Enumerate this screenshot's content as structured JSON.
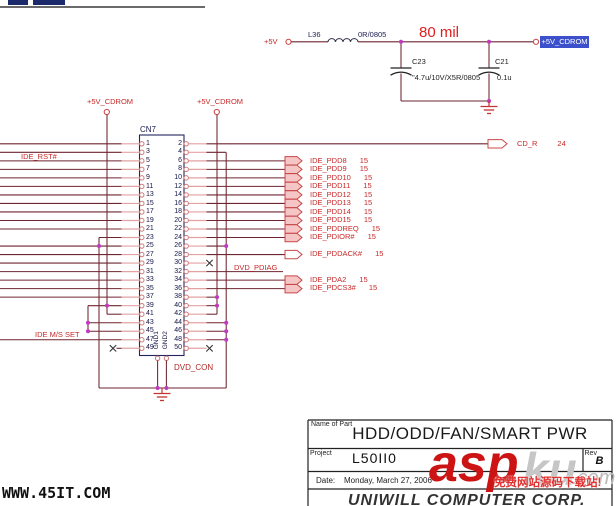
{
  "footer_url": "WWW.45IT.COM",
  "watermark": {
    "asp": "asp",
    "ku": "ku",
    "com": ".com",
    "cn": "免费网站源码下载站!"
  },
  "power": {
    "v5": "+5V",
    "l_ref": "L36",
    "l_val": "0R/0805",
    "note": "80 mil",
    "c1_ref": "C23",
    "c1_val": "\"4.7u/10V/X5R/0805",
    "c2_ref": "C21",
    "c2_val": "0.1u",
    "net": "+5V_CDROM"
  },
  "left": {
    "v5cdrom": "+5V_CDROM",
    "rst": "IDE_RST#",
    "msset": "IDE M/S SET"
  },
  "right_top": {
    "v5cdrom": "+5V_CDROM"
  },
  "connector": {
    "ref": "CN7",
    "name": "DVD_CON",
    "gnd1": "GND1",
    "gnd2": "GND2",
    "left_pins": [
      1,
      3,
      5,
      7,
      9,
      11,
      13,
      15,
      17,
      19,
      21,
      23,
      25,
      27,
      29,
      31,
      33,
      35,
      37,
      39,
      41,
      43,
      45,
      47,
      49
    ],
    "right_pins": [
      2,
      4,
      6,
      8,
      10,
      12,
      14,
      16,
      18,
      20,
      22,
      24,
      26,
      28,
      30,
      32,
      34,
      36,
      38,
      40,
      42,
      44,
      46,
      48,
      50
    ]
  },
  "cdr": {
    "label": "CD_R",
    "page": "24"
  },
  "dvd_pdiag": "DVD_PDIAG",
  "signals": [
    {
      "label": "IDE_PDD8",
      "page": "15",
      "row": 2,
      "filled": true
    },
    {
      "label": "IDE_PDD9",
      "page": "15",
      "row": 3,
      "filled": true
    },
    {
      "label": "IDE_PDD10",
      "page": "15",
      "row": 4,
      "filled": true
    },
    {
      "label": "IDE_PDD11",
      "page": "15",
      "row": 5,
      "filled": true
    },
    {
      "label": "IDE_PDD12",
      "page": "15",
      "row": 6,
      "filled": true
    },
    {
      "label": "IDE_PDD13",
      "page": "15",
      "row": 7,
      "filled": true
    },
    {
      "label": "IDE_PDD14",
      "page": "15",
      "row": 8,
      "filled": true
    },
    {
      "label": "IDE_PDD15",
      "page": "15",
      "row": 9,
      "filled": true
    },
    {
      "label": "IDE_PDDREQ",
      "page": "15",
      "row": 10,
      "filled": true
    },
    {
      "label": "IDE_PDIOR#",
      "page": "15",
      "row": 11,
      "filled": true
    },
    {
      "label": "IDE_PDDACK#",
      "page": "15",
      "row": 13,
      "filled": false
    },
    {
      "label": "IDE_PDA2",
      "page": "15",
      "row": 16,
      "filled": true
    },
    {
      "label": "IDE_PDCS3#",
      "page": "15",
      "row": 17,
      "filled": true
    }
  ],
  "title_block": {
    "name_of_part_label": "Name of Part",
    "part": "HDD/ODD/FAN/SMART PWR",
    "project_label": "Project",
    "project": "L50II0",
    "rev_label": "Rev",
    "rev": "B",
    "date_label": "Date:",
    "date": "Monday, March 27, 2006",
    "company": "UNIWILL COMPUTER CORP."
  }
}
